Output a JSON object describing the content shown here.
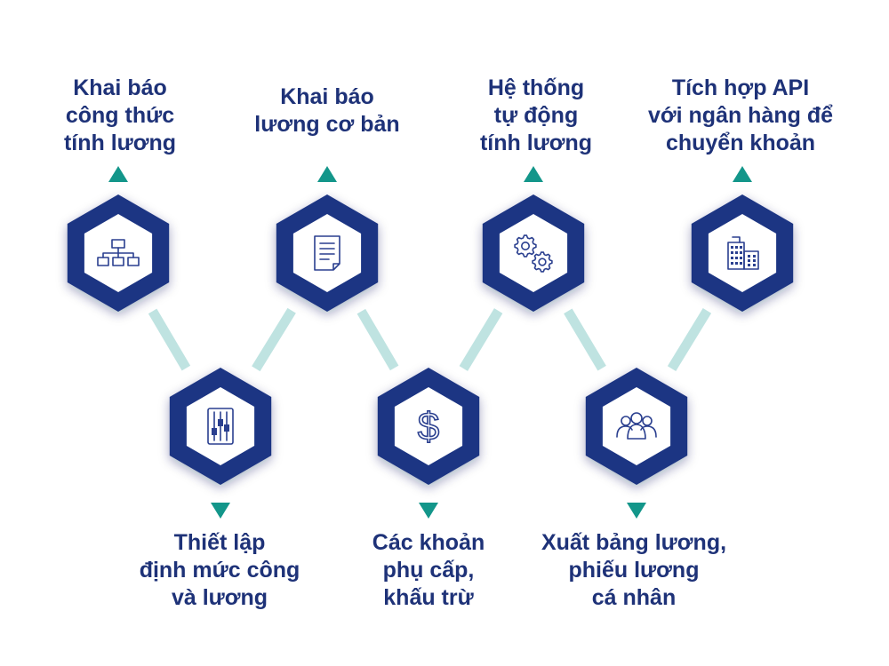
{
  "colors": {
    "hex_outer": "#1f3583",
    "hex_inner": "#ffffff",
    "icon": "#2a3f8f",
    "connector": "#bfe3e1",
    "arrow": "#13968a",
    "text": "#1e3278"
  },
  "steps": [
    {
      "id": "step-1",
      "icon": "org-chart-icon",
      "lines": [
        "Khai báo",
        "công thức",
        "tính lương"
      ]
    },
    {
      "id": "step-2",
      "icon": "sliders-icon",
      "lines": [
        "Thiết lập",
        "định mức công",
        "và lương"
      ]
    },
    {
      "id": "step-3",
      "icon": "document-icon",
      "lines": [
        "Khai báo",
        "lương cơ bản"
      ]
    },
    {
      "id": "step-4",
      "icon": "dollar-icon",
      "lines": [
        "Các khoản",
        "phụ cấp,",
        "khấu trừ"
      ]
    },
    {
      "id": "step-5",
      "icon": "gears-icon",
      "lines": [
        "Hệ thống",
        "tự động",
        "tính lương"
      ]
    },
    {
      "id": "step-6",
      "icon": "people-icon",
      "lines": [
        "Xuất bảng lương,",
        "phiếu lương",
        "cá nhân"
      ]
    },
    {
      "id": "step-7",
      "icon": "bank-building-icon",
      "lines": [
        "Tích hợp API",
        "với ngân hàng để",
        "chuyển khoản"
      ]
    }
  ]
}
